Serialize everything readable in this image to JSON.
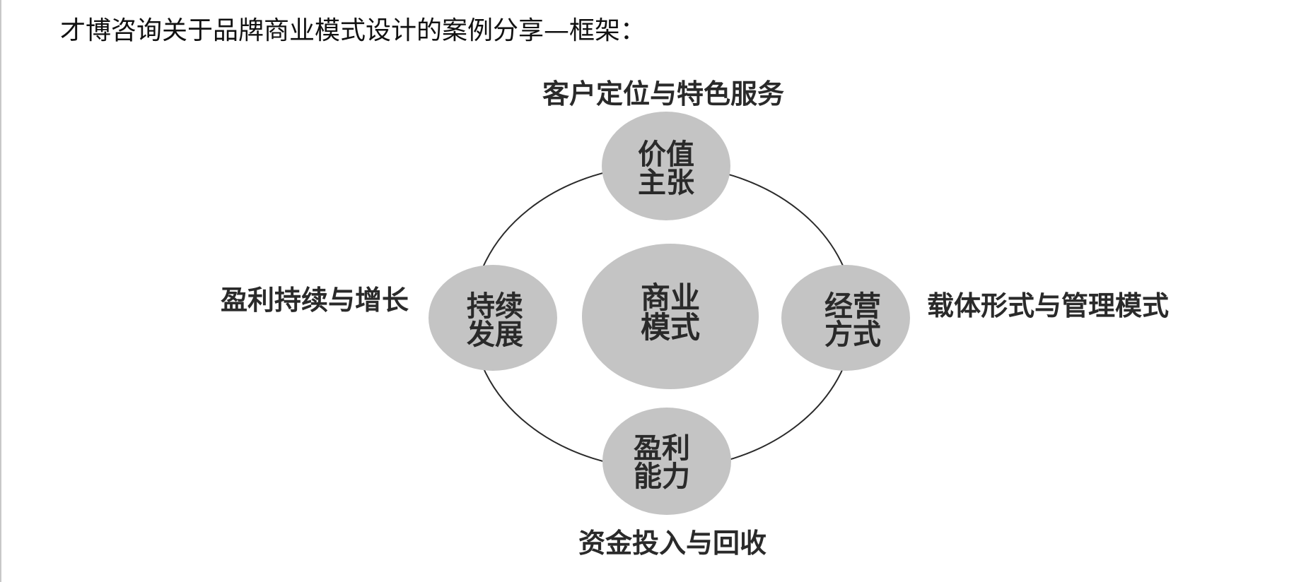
{
  "page": {
    "title": "才博咨询关于品牌商业模式设计的案例分享—框架："
  },
  "diagram": {
    "center": {
      "line1": "商业",
      "line2": "模式"
    },
    "nodes": {
      "top": {
        "line1": "价值",
        "line2": "主张",
        "label": "客户定位与特色服务"
      },
      "right": {
        "line1": "经营",
        "line2": "方式",
        "label": "载体形式与管理模式"
      },
      "bottom": {
        "line1": "盈利",
        "line2": "能力",
        "label": "资金投入与回收"
      },
      "left": {
        "line1": "持续",
        "line2": "发展",
        "label": "盈利持续与增长"
      }
    },
    "colors": {
      "node_fill": "#c4c4c4",
      "ring_stroke": "#2a2a2a",
      "text": "#2a2a2a",
      "title_text": "#111111"
    }
  }
}
